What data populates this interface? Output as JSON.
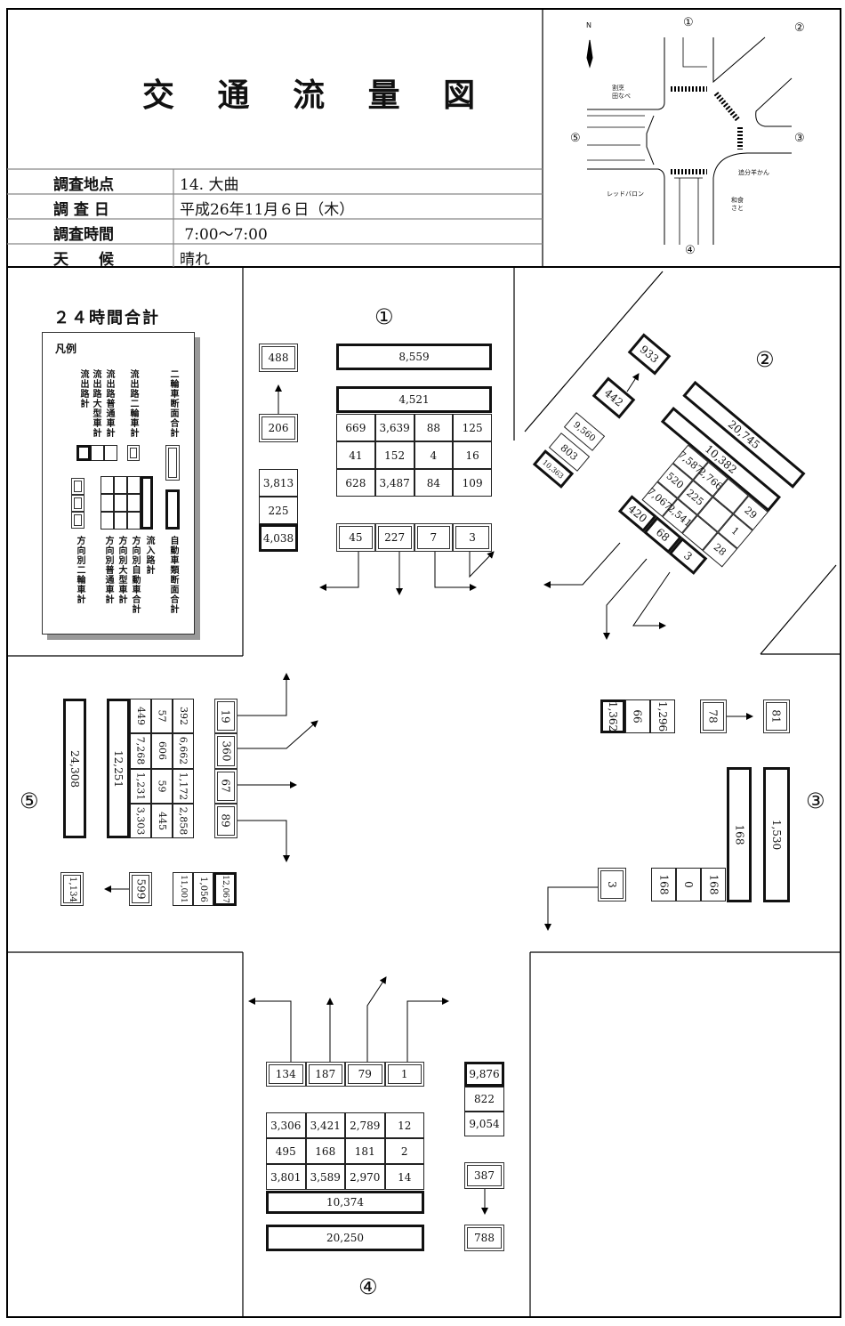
{
  "title": "交 通 流 量 図",
  "info": [
    {
      "label": "調査地点",
      "value": "14. 大曲"
    },
    {
      "label": "調 査 日",
      "value": "平成26年11月６日（木）"
    },
    {
      "label": "調査時間",
      "value": " 7:00〜7:00"
    },
    {
      "label": "天　　候",
      "value": "晴れ"
    }
  ],
  "map": {
    "north": "N",
    "approaches": [
      "①",
      "②",
      "③",
      "④",
      "⑤"
    ],
    "landmarks": [
      "割烹\n田なべ",
      "追分羊かん",
      "レッドバロン",
      "和食\nさと"
    ]
  },
  "summary_title": "２４時間合計",
  "legend": {
    "title": "凡例",
    "top_labels": [
      "流出路計",
      "流出路大型車計",
      "流出路普通車計",
      "流出路二輪車計",
      "二輪車断面合計"
    ],
    "bottom_labels": [
      "方向別二輪車計",
      "方向別普通車計",
      "方向別大型車計",
      "方向別自動車合計",
      "流入路計",
      "自動車類断面合計"
    ]
  },
  "approach1": {
    "label": "①",
    "twowheel_section_total": "488",
    "twowheel_outflow": "206",
    "section_total": "8,559",
    "inflow_total": "4,521",
    "grid": [
      [
        "669",
        "3,639",
        "88",
        "125"
      ],
      [
        "41",
        "152",
        "4",
        "16"
      ],
      [
        "628",
        "3,487",
        "84",
        "109"
      ]
    ],
    "outflow": [
      "3,813",
      "225",
      "4,038"
    ],
    "twowheel_by_direction": [
      "45",
      "227",
      "7",
      "3"
    ]
  },
  "approach2": {
    "label": "②",
    "twowheel_section_total": "933",
    "twowheel_outflow": "442",
    "section_total": "20,745",
    "inflow_total": "10,382",
    "grid": [
      [
        "7,587",
        "2,766",
        "",
        "29"
      ],
      [
        "520",
        "225",
        "",
        "1"
      ],
      [
        "7,067",
        "2,541",
        "",
        "28"
      ]
    ],
    "outflow": [
      "9,560",
      "803",
      "10,363"
    ],
    "twowheel_by_direction": [
      "420",
      "68",
      "3"
    ]
  },
  "approach3": {
    "label": "③",
    "outflow": [
      "1,362",
      "66",
      "1,296"
    ],
    "twowheel_outflow": "78",
    "twowheel_section_total": "81",
    "inflow_total": "168",
    "section_total": "1,530",
    "grid": [
      "168",
      "0",
      "168"
    ],
    "twowheel_by_direction": [
      "3"
    ]
  },
  "approach4": {
    "label": "④",
    "twowheel_by_direction": [
      "134",
      "187",
      "79",
      "1"
    ],
    "grid": [
      [
        "3,306",
        "3,421",
        "2,789",
        "12"
      ],
      [
        "495",
        "168",
        "181",
        "2"
      ],
      [
        "3,801",
        "3,589",
        "2,970",
        "14"
      ]
    ],
    "inflow_total": "10,374",
    "section_total": "20,250",
    "outflow": [
      "9,876",
      "822",
      "9,054"
    ],
    "twowheel_outflow": "387",
    "twowheel_section_total": "788"
  },
  "approach5": {
    "label": "⑤",
    "section_total": "24,308",
    "inflow_total": "12,251",
    "grid": [
      [
        "449",
        "7,268",
        "1,231",
        "3,303"
      ],
      [
        "57",
        "606",
        "59",
        "445"
      ],
      [
        "392",
        "6,662",
        "1,172",
        "2,858"
      ]
    ],
    "twowheel_by_direction": [
      "19",
      "360",
      "67",
      "89"
    ],
    "twowheel_section_total": "1,134",
    "twowheel_outflow": "599",
    "outflow": [
      "11,001",
      "1,056",
      "12,067"
    ]
  }
}
